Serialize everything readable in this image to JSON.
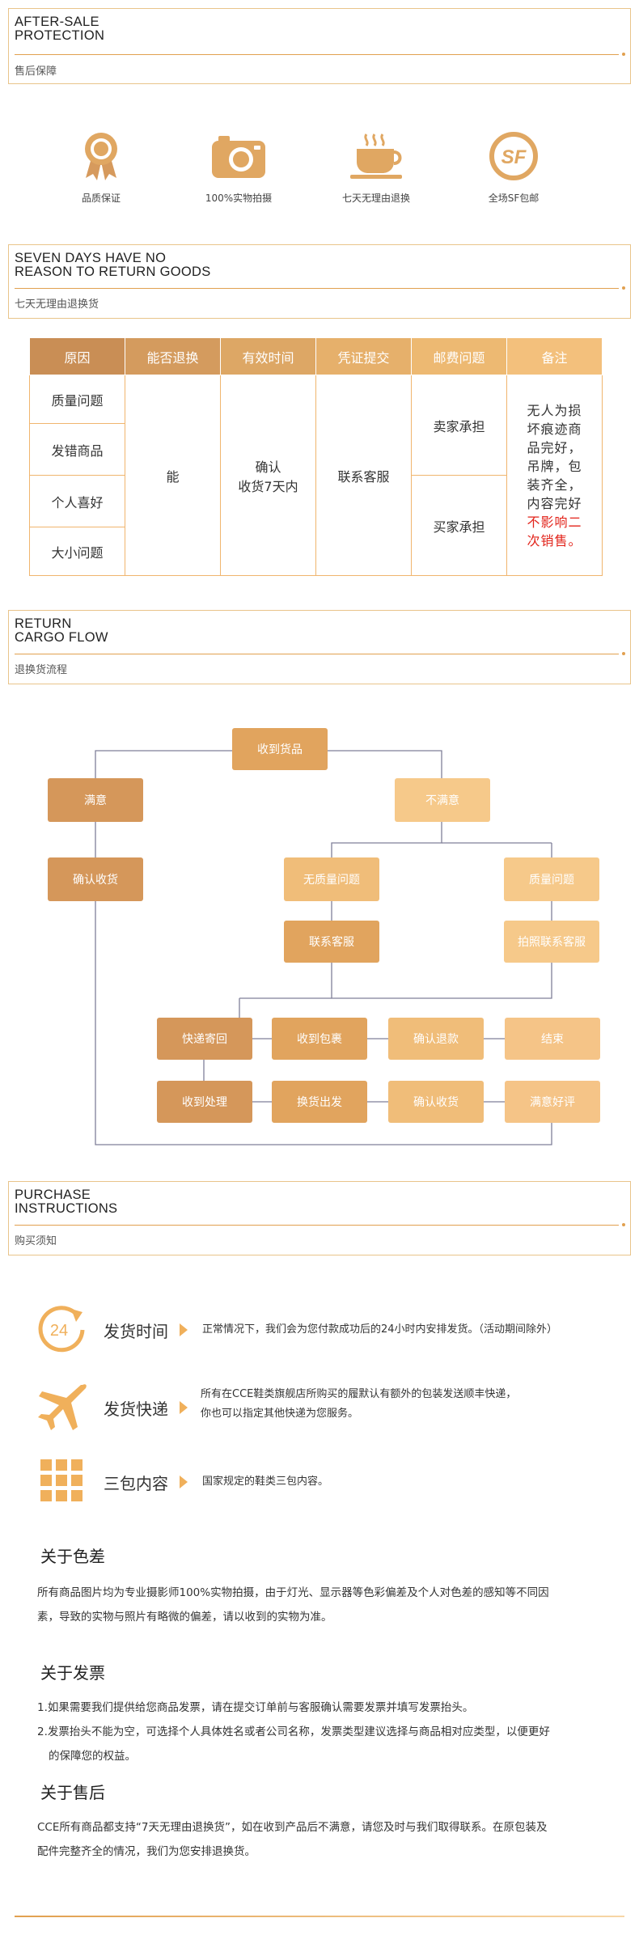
{
  "sections": {
    "after_sale": {
      "en_line1": "AFTER-SALE",
      "en_line2": "PROTECTION",
      "cn": "售后保障"
    },
    "seven_days": {
      "en_line1": "SEVEN DAYS HAVE NO",
      "en_line2": "REASON TO RETURN GOODS",
      "cn": "七天无理由退换货"
    },
    "return_flow": {
      "en_line1": "RETURN",
      "en_line2": "CARGO FLOW",
      "cn": "退换货流程"
    },
    "purchase": {
      "en_line1": "PURCHASE",
      "en_line2": "INSTRUCTIONS",
      "cn": "购买须知"
    }
  },
  "features": [
    {
      "icon": "ribbon-medal-icon",
      "label": "品质保证"
    },
    {
      "icon": "camera-icon",
      "label": "100%实物拍摄"
    },
    {
      "icon": "coffee-cup-icon",
      "label": "七天无理由退换"
    },
    {
      "icon": "sf-logo-icon",
      "label": "全场SF包邮"
    }
  ],
  "table": {
    "headers": [
      "原因",
      "能否退换",
      "有效时间",
      "凭证提交",
      "邮费问题",
      "备注"
    ],
    "reasons": [
      "质量问题",
      "发错商品",
      "个人喜好",
      "大小问题"
    ],
    "can_return": "能",
    "valid_time_line1": "确认",
    "valid_time_line2": "收货7天内",
    "proof": "联系客服",
    "postage_seller": "卖家承担",
    "postage_buyer": "买家承担",
    "note_normal": "无人为损坏痕迹商品完好，吊牌，包装齐全，内容完好",
    "note_red": "不影响二次销售。"
  },
  "flow": {
    "received": "收到货品",
    "satisfied": "满意",
    "unsatisfied": "不满意",
    "confirm_receipt": "确认收货",
    "no_quality_issue": "无质量问题",
    "quality_issue": "质量问题",
    "contact_service": "联系客服",
    "photo_contact_service": "拍照联系客服",
    "express_back": "快递寄回",
    "receive_package": "收到包裹",
    "confirm_refund": "确认退款",
    "end": "结束",
    "receive_process": "收到处理",
    "exchange_ship": "换货出发",
    "confirm_receipt_2": "确认收货",
    "good_review": "满意好评"
  },
  "purchase_rows": [
    {
      "icon": "24-hour-icon",
      "title": "发货时间",
      "text": "正常情况下，我们会为您付款成功后的24小时内安排发货。（活动期间除外）"
    },
    {
      "icon": "airplane-icon",
      "title": "发货快递",
      "text_line1": "所有在CCE鞋类旗舰店所购买的履默认有额外的包装发送顺丰快递，",
      "text_line2": "你也可以指定其他快递为您服务。"
    },
    {
      "icon": "grid-icon",
      "title": "三包内容",
      "text": "国家规定的鞋类三包内容。"
    }
  ],
  "about": {
    "color_title": "关于色差",
    "color_line1": "所有商品图片均为专业摄影师100%实物拍摄，由于灯光、显示器等色彩偏差及个人对色差的感知等不同因",
    "color_line2": "素，导致的实物与照片有略微的偏差，请以收到的实物为准。",
    "invoice_title": "关于发票",
    "invoice_line1": "1.如果需要我们提供给您商品发票，请在提交订单前与客服确认需要发票并填写发票抬头。",
    "invoice_line2": "2.发票抬头不能为空，可选择个人具体姓名或者公司名称，发票类型建议选择与商品相对应类型，以便更好",
    "invoice_line3": "的保障您的权益。",
    "aftersale_title": "关于售后",
    "aftersale_line1": "CCE所有商品都支持“7天无理由退换货”，如在收到产品后不满意，请您及时与我们取得联系。在原包装及",
    "aftersale_line2": "配件完整齐全的情况，我们为您安排退换货。"
  },
  "colors": {
    "accent": "#e1a04f",
    "header_dark": "#c98e55",
    "header_light": "#f3c07c",
    "red": "#e2231a"
  }
}
